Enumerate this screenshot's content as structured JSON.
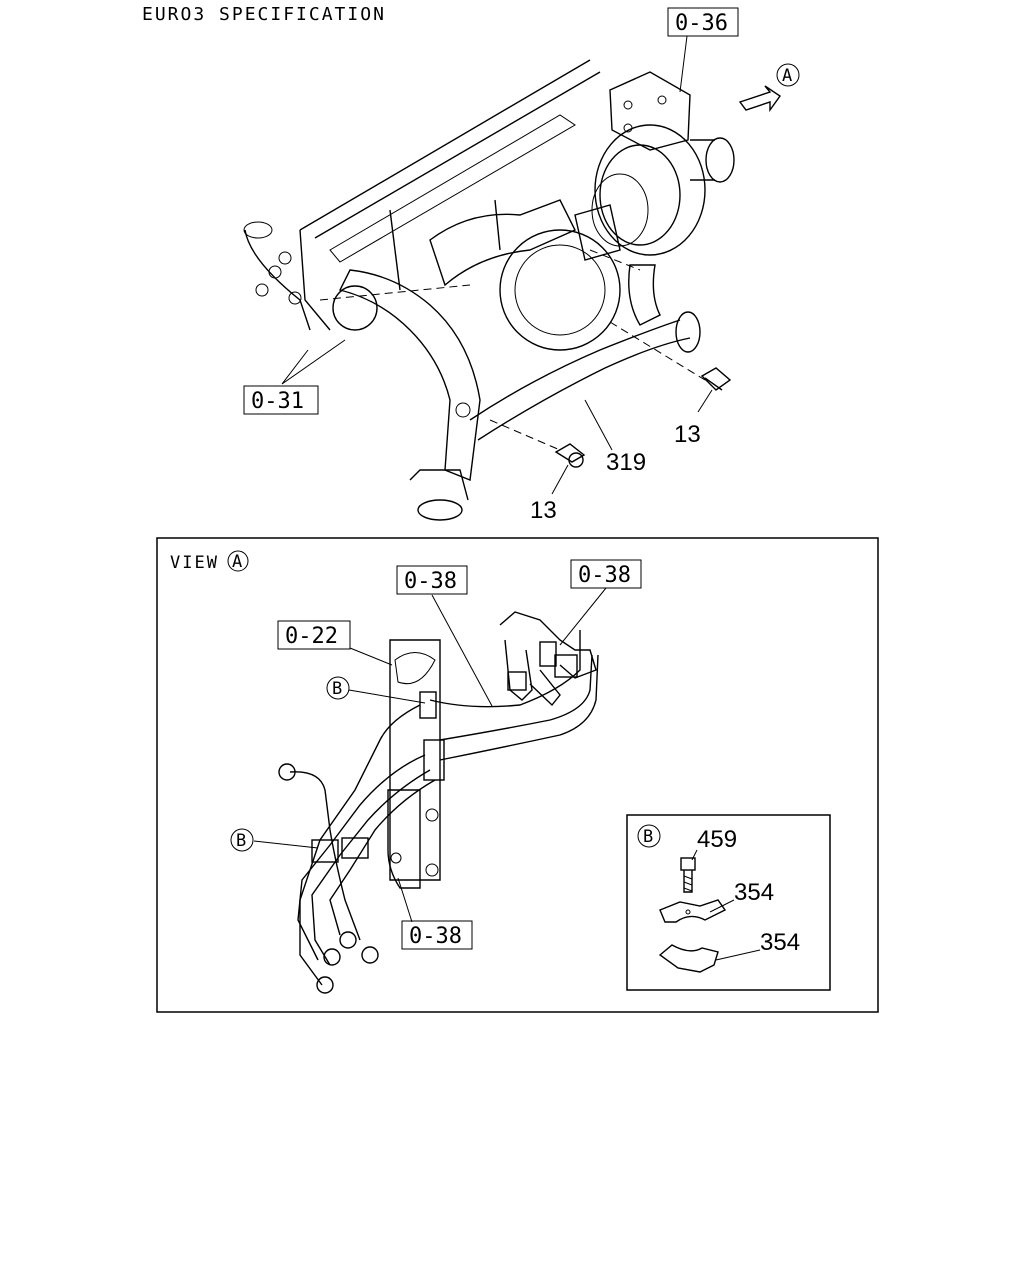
{
  "header": "EURO3 SPECIFICATION",
  "top": {
    "ref_0_36": "0-36",
    "ref_0_31": "0-31",
    "view_marker": "A",
    "part_319": "319",
    "part_13_right": "13",
    "part_13_bottom": "13"
  },
  "view_a": {
    "title": "VIEW",
    "marker": "A",
    "ref_0_38_top": "0-38",
    "ref_0_38_right": "0-38",
    "ref_0_22": "0-22",
    "ref_0_38_bottom": "0-38",
    "marker_b_upper": "B",
    "marker_b_lower": "B"
  },
  "detail_b": {
    "marker": "B",
    "part_459": "459",
    "part_354_upper": "354",
    "part_354_lower": "354"
  }
}
